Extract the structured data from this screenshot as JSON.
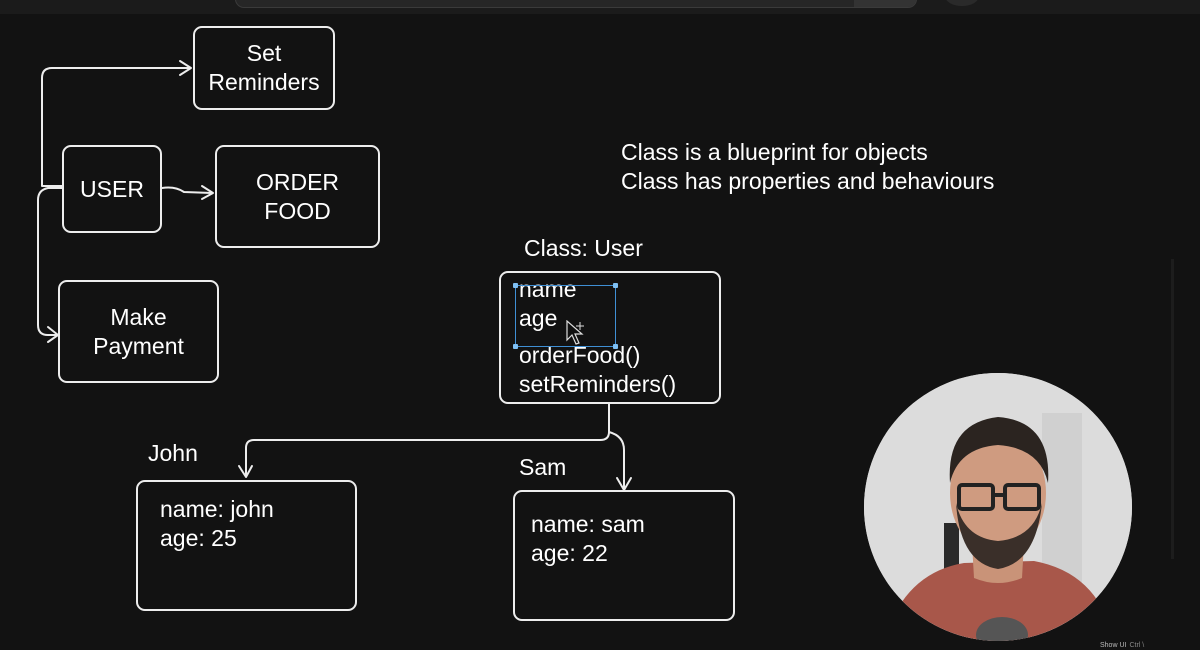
{
  "diagram": {
    "user_box": "USER",
    "set_reminders": [
      "Set",
      "Reminders"
    ],
    "order_food": [
      "ORDER",
      "FOOD"
    ],
    "make_payment": [
      "Make",
      "Payment"
    ],
    "class_title": "Class: User",
    "class_properties": [
      "name",
      "age"
    ],
    "class_methods": [
      "orderFood()",
      "setReminders()"
    ],
    "notes": [
      "Class is a blueprint for objects",
      "Class has properties and behaviours"
    ],
    "object_john": {
      "label": "John",
      "lines": [
        "name: john",
        "age: 25"
      ]
    },
    "object_sam": {
      "label": "Sam",
      "lines": [
        "name: sam",
        "age: 22"
      ]
    }
  },
  "ui": {
    "show_ui": "Show UI",
    "show_ui_key": "Ctrl \\"
  },
  "colors": {
    "background": "#121212",
    "stroke": "#ededed",
    "selection": "#3f8fd4"
  }
}
